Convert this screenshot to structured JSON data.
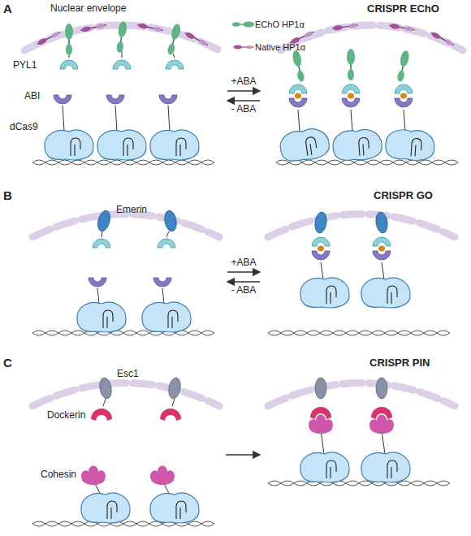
{
  "diagram": {
    "labels": [
      "A",
      "Nuclear envelope",
      "CRISPR EChO",
      "PYL1",
      "ABI",
      "dCas9",
      "+ABA",
      "- ABA",
      "B",
      "CRISPR GO",
      "Emerin",
      "+ABA",
      "- ABA",
      "C",
      "CRISPR PIN",
      "Esc1",
      "Dockerin",
      "Cohesin"
    ],
    "legend": [
      {
        "text": "EChO HP1α"
      },
      {
        "text": "Native HP1α"
      }
    ]
  }
}
